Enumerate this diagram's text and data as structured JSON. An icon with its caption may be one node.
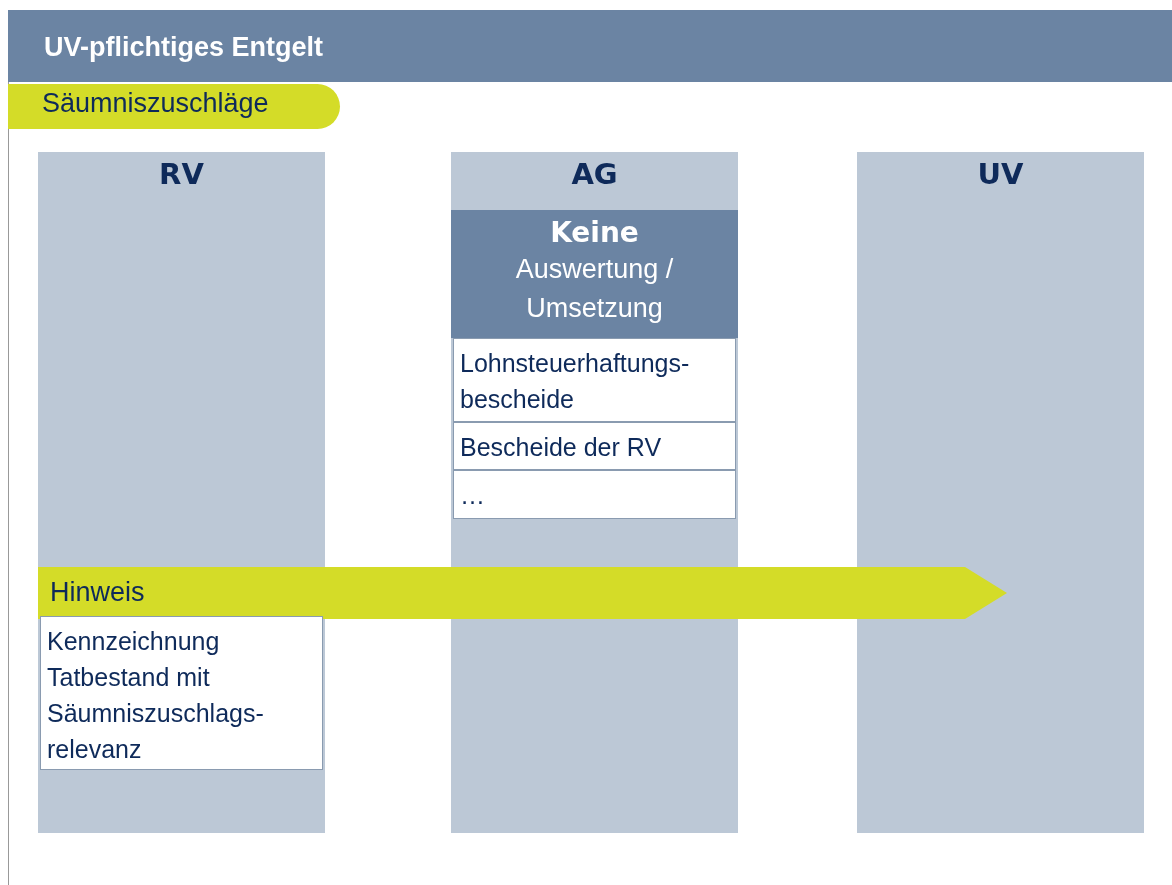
{
  "diagram": {
    "title": "UV-pflichtiges Entgelt",
    "nodes": [
      {
        "text": [
          "Säumniszuschläge"
        ]
      },
      {
        "text": [
          "RV"
        ]
      },
      {
        "text": [
          "AG"
        ]
      },
      {
        "text": [
          "UV"
        ]
      },
      {
        "text": [
          "Keine",
          "Auswertung / Umsetzung"
        ],
        "in": 2
      },
      {
        "text": [
          "Lohnsteuerhaftungs- bescheide"
        ],
        "in": 2
      },
      {
        "text": [
          "Bescheide der RV"
        ],
        "in": 2
      },
      {
        "text": [
          "…"
        ],
        "in": 2
      },
      {
        "text": [
          "Kennzeichnung Tatbestand mit Säumniszuschlags- relevanz"
        ],
        "in": 1
      }
    ],
    "edges": [
      {
        "from": 1,
        "to": 3,
        "arrow": "to",
        "label": "Hinweis"
      }
    ]
  }
}
